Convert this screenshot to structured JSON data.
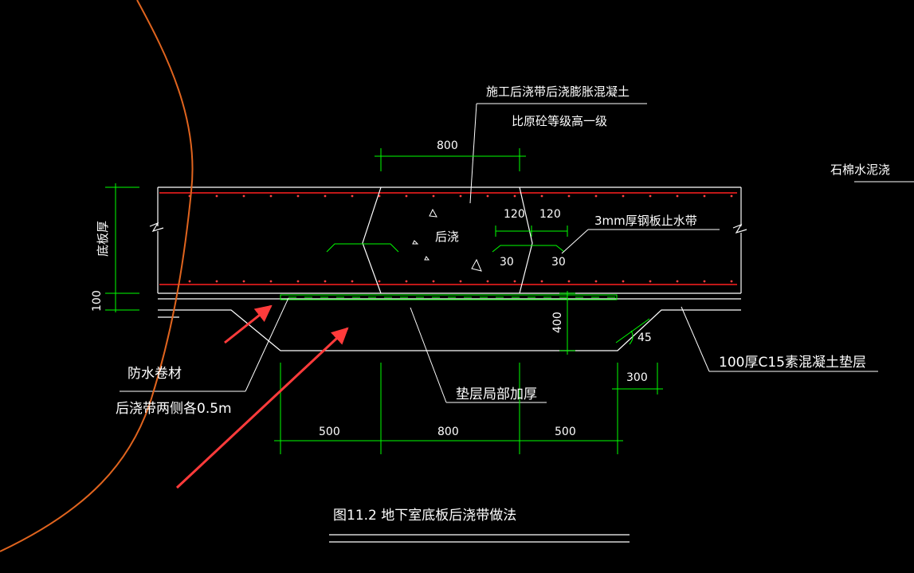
{
  "labels": {
    "top_note_1": "施工后浇带后浇膨胀混凝土",
    "top_note_2": "比原砼等级高一级",
    "right_edge": "石棉水泥浇",
    "houjiao": "后浇",
    "steel_stop": "3mm厚钢板止水带",
    "slab_thick": "底板厚",
    "waterproof_1": "防水卷材",
    "waterproof_2": "后浇带两侧各0.5m",
    "cushion_thicken": "垫层局部加厚",
    "cushion": "100厚C15素混凝土垫层",
    "figure_title": "图11.2  地下室底板后浇带做法"
  },
  "dims": {
    "top_800": "800",
    "d120_left": "120",
    "d120_right": "120",
    "d30_left": "30",
    "d30_right": "30",
    "d100": "100",
    "d400": "400",
    "d45": "45",
    "d300": "300",
    "bottom_500_left": "500",
    "bottom_800": "800",
    "bottom_500_right": "500"
  },
  "colors": {
    "background": "#000000",
    "line": "#ffffff",
    "dim": "#00ff00",
    "rebar": "#ff2020",
    "curve": "#e0641e",
    "arrow": "#ff3b3b"
  }
}
